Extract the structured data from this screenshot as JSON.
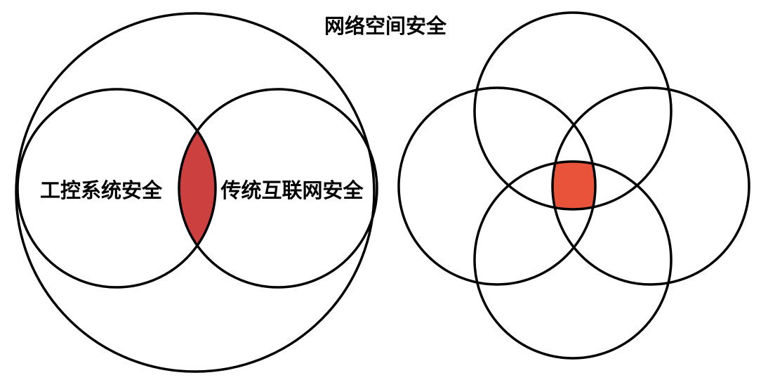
{
  "diagram": {
    "title": "网络空间安全",
    "left_label": "工控系统安全",
    "right_label": "传统互联网安全"
  },
  "colors": {
    "outline": "#000000",
    "left_overlap_fill": "#cc4040",
    "center_overlap_fill": "#e8533a",
    "background": "#ffffff"
  }
}
